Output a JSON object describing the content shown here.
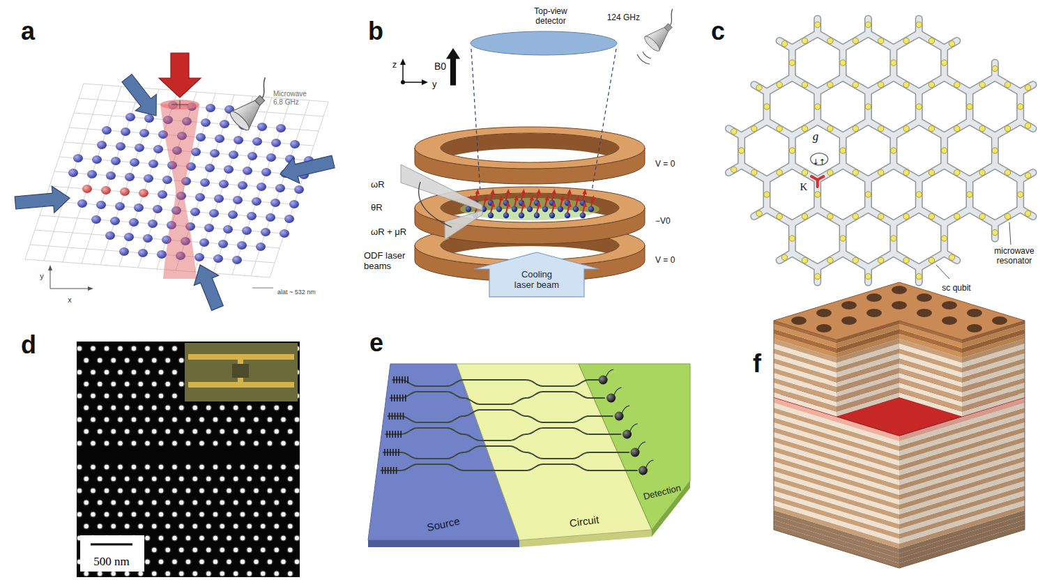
{
  "diagram": {
    "nodes": [
      {
        "text": [
          "Cooling laser beam"
        ]
      },
      {
        "text": [
          "↓↑"
        ]
      },
      {
        "text": [
          "Source"
        ]
      },
      {
        "text": [
          "Circuit"
        ]
      },
      {
        "text": [
          "Detection"
        ]
      }
    ],
    "labels": [
      "a",
      "Microwave 6.8 GHz",
      "alat ~ 532 nm",
      "x",
      "y",
      "b",
      "z",
      "y",
      "Top-view detector",
      "124 GHz",
      "B0",
      "V = 0",
      "−V0",
      "V = 0",
      "ωR",
      "θR",
      "ωR + μR",
      "ODF laser beams",
      "c",
      "g",
      "K",
      "microwave resonator",
      "sc qubit",
      "d",
      "500 nm",
      "e",
      "f"
    ]
  }
}
